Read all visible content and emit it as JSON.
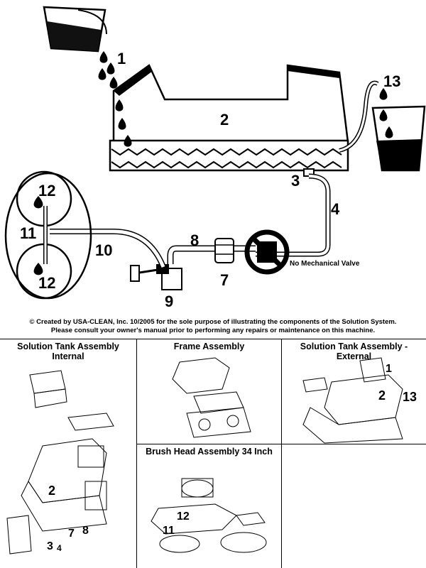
{
  "diagram": {
    "callouts": [
      "1",
      "2",
      "3",
      "4",
      "7",
      "8",
      "9",
      "10",
      "11",
      "12",
      "12",
      "13"
    ],
    "no_valve_note": "No Mechanical Valve"
  },
  "credit": {
    "line1": "© Created by USA-CLEAN, Inc. 10/2005 for the sole purpose of illustrating the components of the Solution System.",
    "line2": "Please consult your owner's manual prior to performing any repairs or maintenance on this machine."
  },
  "panels": {
    "internal": {
      "title_line1": "Solution Tank Assembly",
      "title_line2": "Internal",
      "callouts": [
        "2",
        "3",
        "4",
        "7",
        "8"
      ]
    },
    "frame": {
      "title": "Frame Assembly"
    },
    "external": {
      "title": "Solution Tank Assembly - External",
      "callouts": [
        "1",
        "2",
        "13"
      ]
    },
    "brush": {
      "title": "Brush Head Assembly 34 Inch",
      "callouts": [
        "12",
        "11"
      ]
    }
  }
}
